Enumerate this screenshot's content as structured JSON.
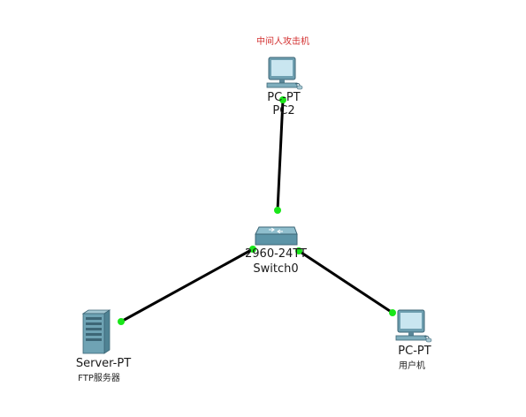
{
  "devices": {
    "attacker_pc": {
      "note": "中间人攻击机",
      "model": "PC-PT",
      "name": "PC2"
    },
    "switch": {
      "model": "2960-24TT",
      "name": "Switch0"
    },
    "server": {
      "model": "Server-PT",
      "note": "FTP服务器"
    },
    "user_pc": {
      "model": "PC-PT",
      "note": "用户机"
    }
  },
  "links": [
    {
      "from": "attacker_pc",
      "to": "switch",
      "status": "up"
    },
    {
      "from": "switch",
      "to": "server",
      "status": "up"
    },
    {
      "from": "switch",
      "to": "user_pc",
      "status": "up"
    }
  ],
  "colors": {
    "link": "#000000",
    "port_up": "#19e619",
    "attacker_note": "#d32f2f"
  },
  "icons": {
    "pc": "pc-workstation-icon",
    "switch": "network-switch-icon",
    "server": "server-tower-icon"
  }
}
